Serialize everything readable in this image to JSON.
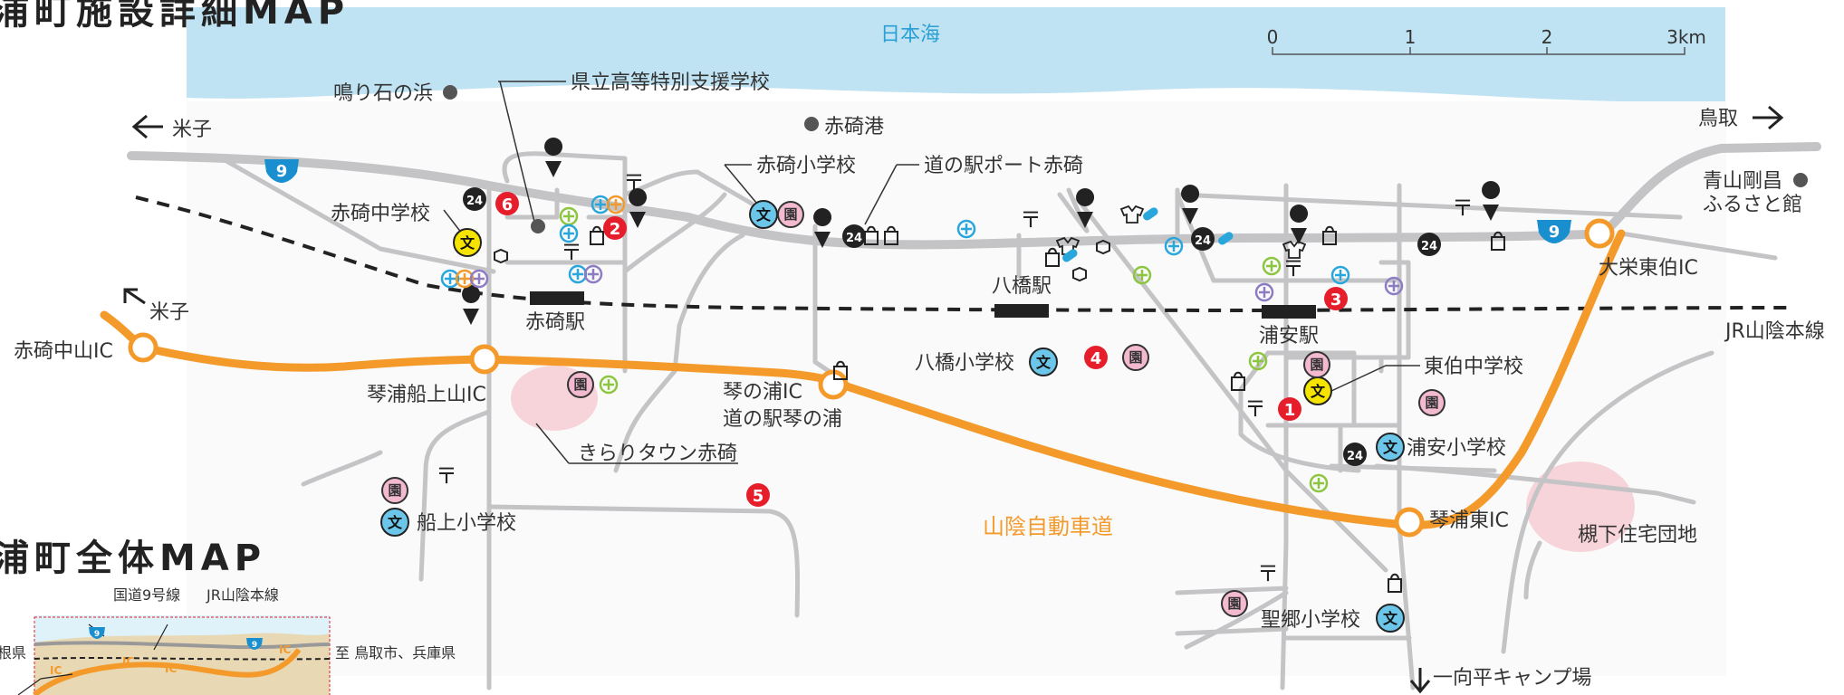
{
  "titles": {
    "detail_map": "浦町施設詳細MAP",
    "overall_map": "浦町全体MAP"
  },
  "sea": "日本海",
  "scale": {
    "ticks": [
      "0",
      "1",
      "2",
      "3km"
    ]
  },
  "directions": {
    "yonago_top": "米子",
    "yonago_left": "米子",
    "tottori": "鳥取",
    "camp": "一向平キャンプ場"
  },
  "route_number": "9",
  "places": {
    "narishi": "鳴り石の浜",
    "support_school": "県立高等特別支援学校",
    "akasaki_port": "赤碕港",
    "akasaki_elem": "赤碕小学校",
    "michinoeki_port": "道の駅ポート赤碕",
    "akasaki_jhs": "赤碕中学校",
    "aoyama": "青山剛昌",
    "furusato": "ふるさと館",
    "daiei_ic": "大栄東伯IC",
    "yatsuhashi_sta": "八橋駅",
    "urayasu_sta": "浦安駅",
    "akasaki_sta": "赤碕駅",
    "jr_line": "JR山陰本線",
    "akasaki_naka_ic": "赤碕中山IC",
    "funajo_ic": "琴浦船上山IC",
    "kotonoura_ic": "琴の浦IC",
    "michinoeki_koto": "道の駅琴の浦",
    "yatsuhashi_elem": "八橋小学校",
    "tohaku_jhs": "東伯中学校",
    "kirari": "きらりタウン赤碕",
    "urayasu_elem": "浦安小学校",
    "funajo_elem": "船上小学校",
    "sanin_expy": "山陰自動車道",
    "kotoura_east_ic": "琴浦東IC",
    "maruge_danchi": "槻下住宅団地",
    "seigo_elem": "聖郷小学校"
  },
  "markers": [
    "1",
    "2",
    "3",
    "4",
    "5",
    "6"
  ],
  "symbols": {
    "school": "文",
    "kindergarten": "園",
    "open24": "24",
    "post": "〒"
  },
  "inset": {
    "route9": "国道9号線",
    "jr": "JR山陰本線",
    "left_pref": "根県",
    "right_dest": "至 鳥取市、兵庫県",
    "ic": "IC"
  },
  "colors": {
    "sea": "#bfe3f2",
    "road": "#c4c4c6",
    "expressway": "#f39a2b",
    "marker_red": "#e61e2b",
    "school_blue": "#6cc6ea",
    "school_yellow": "#f4e400",
    "kinder_pink": "#f2b9cf",
    "route_badge": "#1a8fd0"
  }
}
